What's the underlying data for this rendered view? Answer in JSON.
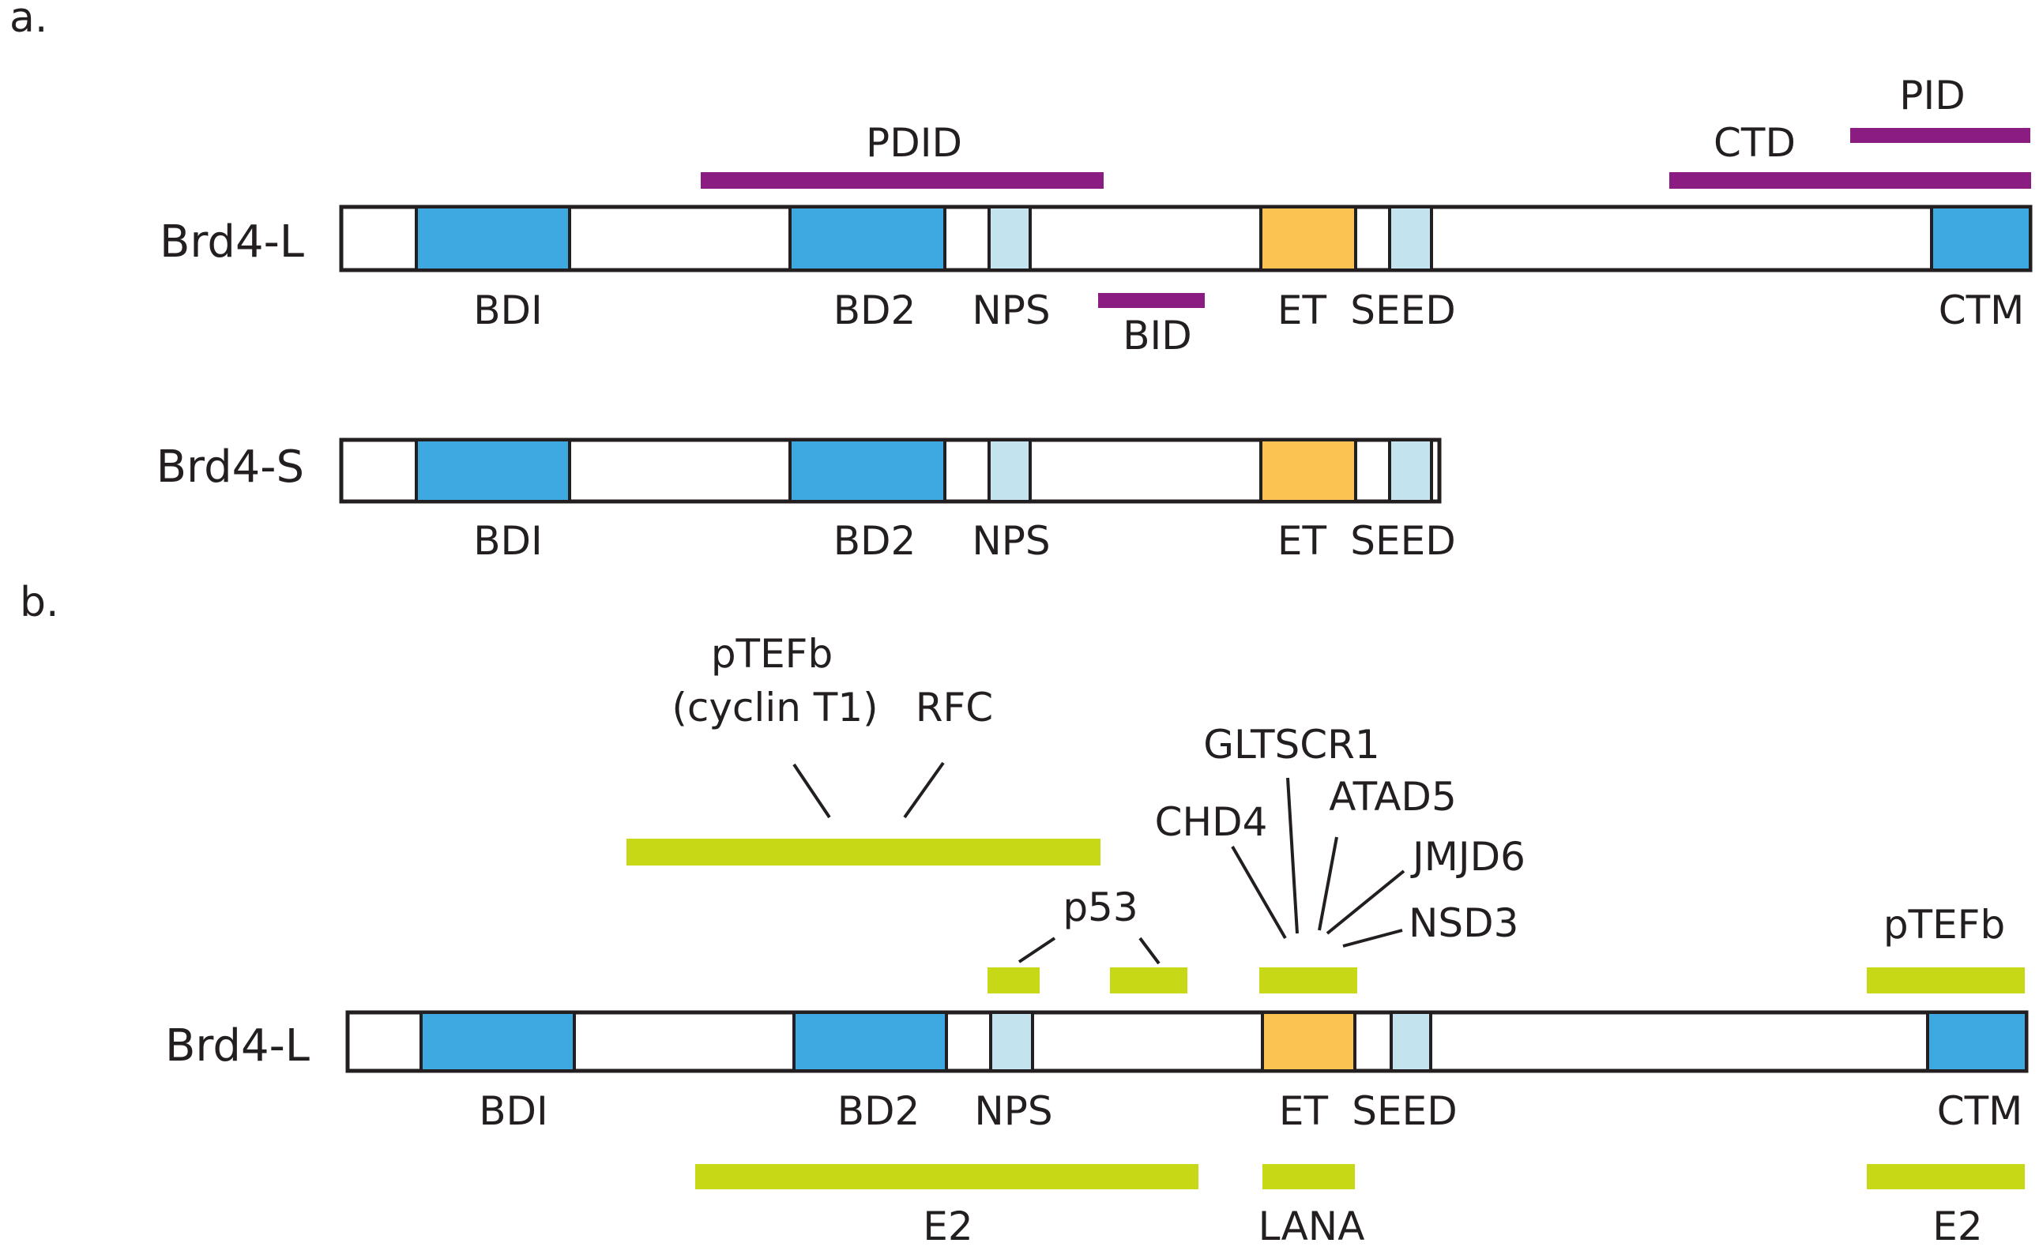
{
  "panels": {
    "a": "a.",
    "b": "b."
  },
  "rows": {
    "a_long": "Brd4-L",
    "a_short": "Brd4-S",
    "b_long": "Brd4-L"
  },
  "domain_labels": {
    "bd1": "BDI",
    "bd2": "BD2",
    "nps": "NPS",
    "et": "ET",
    "seed": "SEED",
    "ctm": "CTM"
  },
  "regions_a": {
    "pdid": "PDID",
    "bid": "BID",
    "ctd": "CTD",
    "pid": "PID"
  },
  "partners_b": {
    "ptefb_1": "pTEFb",
    "ptefb_2": "(cyclin T1)",
    "rfc": "RFC",
    "p53": "p53",
    "chd4": "CHD4",
    "gltscr1": "GLTSCR1",
    "atad5": "ATAD5",
    "jmjd6": "JMJD6",
    "nsd3": "NSD3",
    "ptefb_c": "pTEFb",
    "e2_left": "E2",
    "lana": "LANA",
    "e2_right": "E2"
  },
  "colors": {
    "bromodomain": "#3ea8e0",
    "nps": "#c3e3ee",
    "et": "#fbc351",
    "region_a": "#8b1d82",
    "region_b": "#c7d816",
    "outline": "#231f20"
  }
}
